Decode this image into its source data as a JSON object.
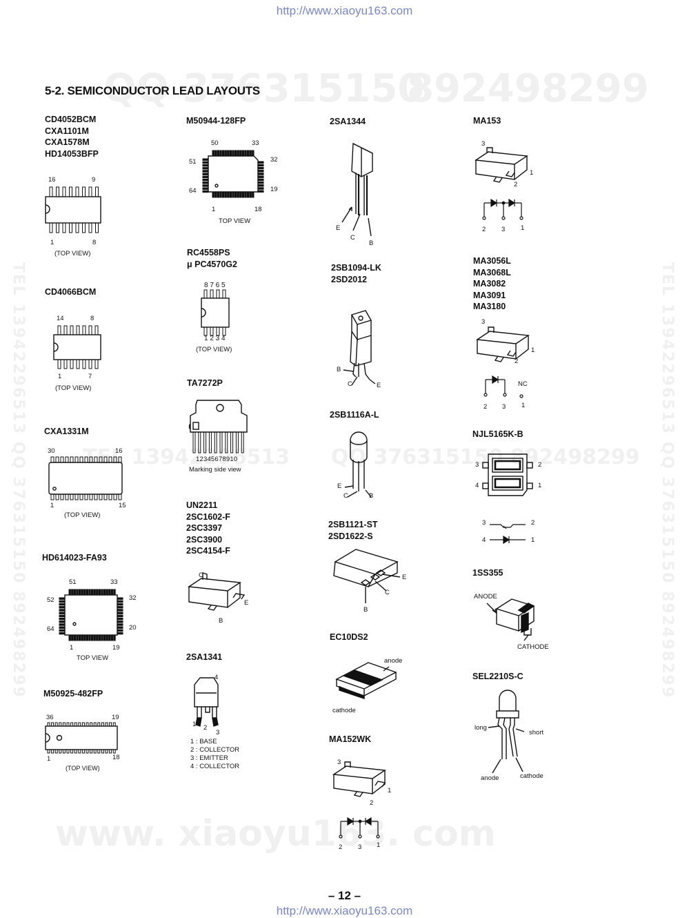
{
  "header_url": "http://www.xiaoyu163.com",
  "footer_url": "http://www.xiaoyu163.com",
  "watermarks": {
    "top_left": "QQ 376315150",
    "top_right": "892498299",
    "mid_left": "TEL 13942296513",
    "mid_right": "QQ 376315150  892498299",
    "bottom": "www. xiaoyu163. com",
    "side_left": "TEL 13942296513  QQ 376315150  892498299",
    "side_right": "TEL 13942296513  QQ 376315150  892498299"
  },
  "section_title": "5-2.  SEMICONDUCTOR LEAD LAYOUTS",
  "page_number": "– 12 –",
  "parts": {
    "cd4052": {
      "labels": [
        "CD4052BCM",
        "CXA1101M",
        "CXA1578M",
        "HD14053BFP"
      ],
      "pins": {
        "top_left": "16",
        "top_right": "9",
        "bottom_left": "1",
        "bottom_right": "8"
      },
      "caption": "(TOP  VIEW)"
    },
    "cd4066": {
      "labels": [
        "CD4066BCM"
      ],
      "pins": {
        "top_left": "14",
        "top_right": "8",
        "bottom_left": "1",
        "bottom_right": "7"
      },
      "caption": "(TOP  VIEW)"
    },
    "cxa1331": {
      "labels": [
        "CXA1331M"
      ],
      "pins": {
        "top_left": "30",
        "top_right": "16",
        "bottom_left": "1",
        "bottom_right": "15"
      },
      "caption": "(TOP  VIEW)"
    },
    "hd614023": {
      "labels": [
        "HD614023-FA93"
      ],
      "pins": {
        "top_left": "51",
        "top_right": "33",
        "left_top": "52",
        "right_top": "32",
        "left_bottom": "64",
        "right_bottom": "20",
        "bottom_left": "1",
        "bottom_right": "19"
      },
      "caption": "TOP  VIEW"
    },
    "m50925": {
      "labels": [
        "M50925-482FP"
      ],
      "pins": {
        "top_left": "36",
        "top_right": "19",
        "bottom_left": "1",
        "bottom_right": "18"
      },
      "caption": "(TOP  VIEW)"
    },
    "m50944": {
      "labels": [
        "M50944-128FP"
      ],
      "pins": {
        "top_left": "50",
        "top_right": "33",
        "left_top": "51",
        "right_top": "32",
        "left_bottom": "64",
        "right_bottom": "19",
        "bottom_left": "1",
        "bottom_right": "18"
      },
      "caption": "TOP  VIEW"
    },
    "rc4558": {
      "labels": [
        "RC4558PS",
        "μ PC4570G2"
      ],
      "pins": {
        "top": "8 7 6 5",
        "bottom": "1 2 3 4"
      },
      "caption": "(TOP  VIEW)"
    },
    "ta7272": {
      "labels": [
        "TA7272P"
      ],
      "pins": {
        "bottom": "12345678910"
      },
      "caption": "Marking  side  view"
    },
    "un2211": {
      "labels": [
        "UN2211",
        "2SC1602-F",
        "2SC3397",
        "2SC3900",
        "2SC4154-F"
      ],
      "pins": {
        "c": "C",
        "e": "E",
        "b": "B"
      }
    },
    "sa1341": {
      "labels": [
        "2SA1341"
      ],
      "pins": {
        "p1": "1",
        "p2": "2",
        "p3": "3",
        "p4": "4"
      },
      "legend": [
        "1 : BASE",
        "2 : COLLECTOR",
        "3 : EMITTER",
        "4 : COLLECTOR"
      ]
    },
    "sa1344": {
      "labels": [
        "2SA1344"
      ],
      "pins": {
        "e": "E",
        "c": "C",
        "b": "B"
      }
    },
    "sb1094": {
      "labels": [
        "2SB1094-LK",
        "2SD2012"
      ],
      "pins": {
        "b": "B",
        "c": "C",
        "e": "E"
      }
    },
    "sb1116": {
      "labels": [
        "2SB1116A-L"
      ],
      "pins": {
        "e": "E",
        "c": "C",
        "b": "B"
      }
    },
    "sb1121": {
      "labels": [
        "2SB1121-ST",
        "2SD1622-S"
      ],
      "pins": {
        "e": "E",
        "c": "C",
        "b": "B"
      }
    },
    "ec10ds2": {
      "labels": [
        "EC10DS2"
      ],
      "pins": {
        "anode": "anode",
        "cathode": "cathode"
      }
    },
    "ma152wk": {
      "labels": [
        "MA152WK"
      ],
      "pins": {
        "p3": "3",
        "p1": "1",
        "p2": "2",
        "s2": "2",
        "s3": "3",
        "s1": "1"
      }
    },
    "ma153": {
      "labels": [
        "MA153"
      ],
      "pins": {
        "p3": "3",
        "p1": "1",
        "p2": "2",
        "s2": "2",
        "s3": "3",
        "s1": "1"
      }
    },
    "ma3056": {
      "labels": [
        "MA3056L",
        "MA3068L",
        "MA3082",
        "MA3091",
        "MA3180"
      ],
      "pins": {
        "p3": "3",
        "p1": "1",
        "p2": "2",
        "nc": "NC",
        "s2": "2",
        "s3": "3",
        "s1": "1"
      }
    },
    "njl5165": {
      "labels": [
        "NJL5165K-B"
      ],
      "pins": {
        "p3": "3",
        "p2": "2",
        "p4": "4",
        "p1": "1",
        "s3": "3",
        "s2": "2",
        "s4": "4",
        "s1": "1"
      }
    },
    "ss355": {
      "labels": [
        "1SS355"
      ],
      "pins": {
        "anode": "ANODE",
        "cathode": "CATHODE"
      }
    },
    "sel2210": {
      "labels": [
        "SEL2210S-C"
      ],
      "pins": {
        "long": "long",
        "short": "short",
        "anode": "anode",
        "cathode": "cathode"
      }
    }
  }
}
